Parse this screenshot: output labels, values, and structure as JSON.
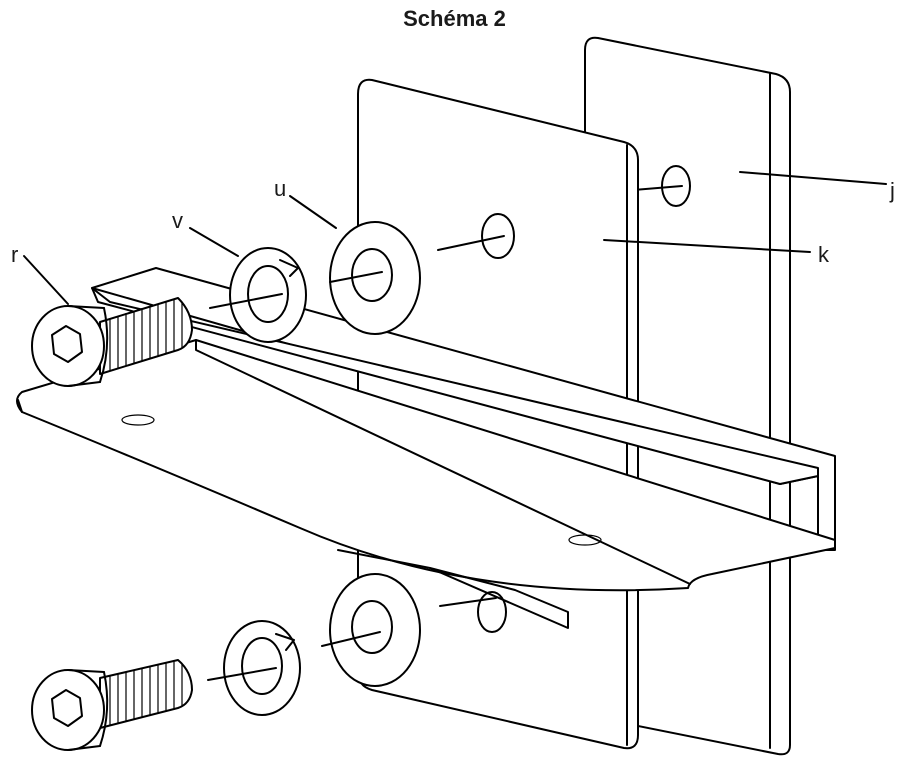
{
  "title": "Schéma 2",
  "callouts": {
    "r": "r",
    "v": "v",
    "u": "u",
    "k": "k",
    "j": "j"
  },
  "colors": {
    "line": "#000000",
    "background": "#ffffff"
  }
}
